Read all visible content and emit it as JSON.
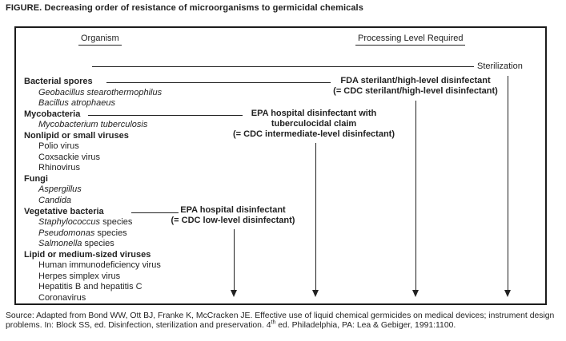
{
  "figure_title": "FIGURE. Decreasing order of resistance of microorganisms to germicidal chemicals",
  "headers": {
    "organism": "Organism",
    "processing": "Processing Level Required"
  },
  "sterilization_label": "Sterilization",
  "organisms": [
    {
      "b": "Bacterial spores"
    },
    {
      "i": "Geobacillus stearothermophilus"
    },
    {
      "i": "Bacillus atrophaeus"
    },
    {
      "b": "Mycobacteria"
    },
    {
      "i": "Mycobacterium tuberculosis"
    },
    {
      "b": "Nonlipid or small viruses"
    },
    {
      "r": "Polio virus"
    },
    {
      "r": "Coxsackie virus"
    },
    {
      "r": "Rhinovirus"
    },
    {
      "b": "Fungi"
    },
    {
      "i": "Aspergillus"
    },
    {
      "i": "Candida"
    },
    {
      "b": "Vegetative bacteria"
    },
    {
      "i": "Staphylococcus",
      "r": " species"
    },
    {
      "i": "Pseudomonas",
      "r": " species"
    },
    {
      "i": "Salmonella",
      "r": " species"
    },
    {
      "b": "Lipid or medium-sized viruses"
    },
    {
      "r": "Human immunodeficiency virus"
    },
    {
      "r": "Herpes simplex virus"
    },
    {
      "r": "Hepatitis B and hepatitis C"
    },
    {
      "r": "Coronavirus"
    }
  ],
  "levels": {
    "fda": {
      "line1": "FDA sterilant/high-level disinfectant",
      "line2": "(= CDC sterilant/high-level disinfectant)"
    },
    "epa_tb": {
      "line1": "EPA hospital disinfectant with",
      "line2": "tuberculocidal claim",
      "line3": "(= CDC intermediate-level disinfectant)"
    },
    "epa_low": {
      "line1": "EPA hospital disinfectant",
      "line2": "(= CDC low-level disinfectant)"
    }
  },
  "source": {
    "line1": "Source: Adapted from Bond WW, Ott BJ, Franke K, McCracken JE. Effective use of liquid chemical germicides on medical devices; instrument design",
    "line2_pre": "problems. In: Block SS, ed. Disinfection, sterilization and preservation. 4",
    "line2_sup": "th",
    "line2_post": " ed. Philadelphia, PA: Lea & Gebiger, 1991:1100."
  },
  "colors": {
    "ink": "#222222",
    "background": "#ffffff"
  }
}
